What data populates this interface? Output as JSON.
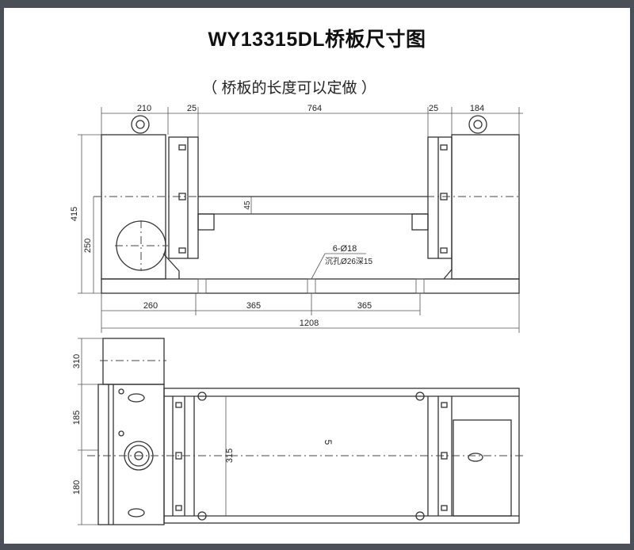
{
  "title": "WY13315DL桥板尺寸图",
  "subtitle": "（ 桥板的长度可以定做 ）",
  "front_view": {
    "top_dims": [
      "210",
      "25",
      "764",
      "25",
      "184"
    ],
    "left_dims": [
      "415",
      "250"
    ],
    "beam_dim": "45",
    "hole_note": [
      "6-Ø18",
      "沉孔Ø26深15"
    ],
    "bottom_dims": [
      "260",
      "365",
      "365"
    ],
    "overall_dim": "1208"
  },
  "plan_view": {
    "left_dims": [
      "310",
      "185",
      "180"
    ],
    "width_dim": "315",
    "center_label": "5"
  }
}
